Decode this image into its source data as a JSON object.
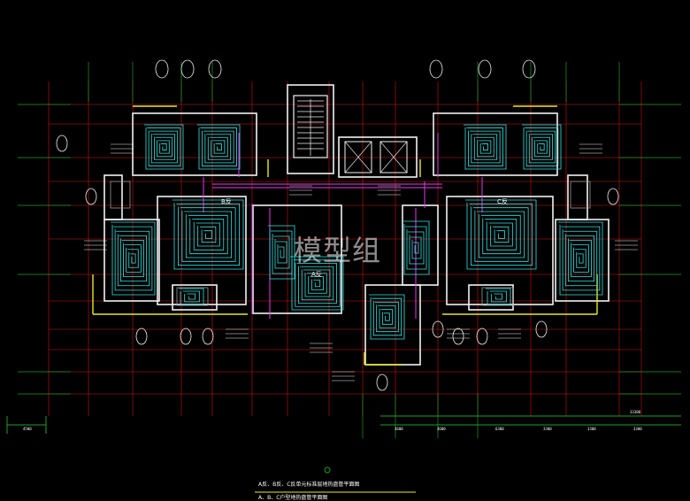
{
  "drawing": {
    "room_labels": {
      "left_unit": "B反",
      "right_unit": "C反",
      "center_unit": "A反"
    },
    "title_lines": [
      "A反、B反、C反单元标准层地热盘管平面图",
      "A、B、C户型地热盘管平面图"
    ],
    "dimensions": {
      "left_total": "4500",
      "right_total": "33300",
      "right_segments": [
        "3600",
        "3600",
        "6300",
        "3300",
        "3300",
        "3300"
      ]
    },
    "watermark": "模型组"
  },
  "colors": {
    "background": "#000000",
    "grid_red": "#d11616",
    "grid_green": "#1f9e2a",
    "wall_white": "#f2f2f2",
    "pipe_cyan": "#33e6e6",
    "supply_magenta": "#e63ce6",
    "boundary_yellow": "#e8e82a",
    "fixtures_gray": "#9a9a9a"
  }
}
